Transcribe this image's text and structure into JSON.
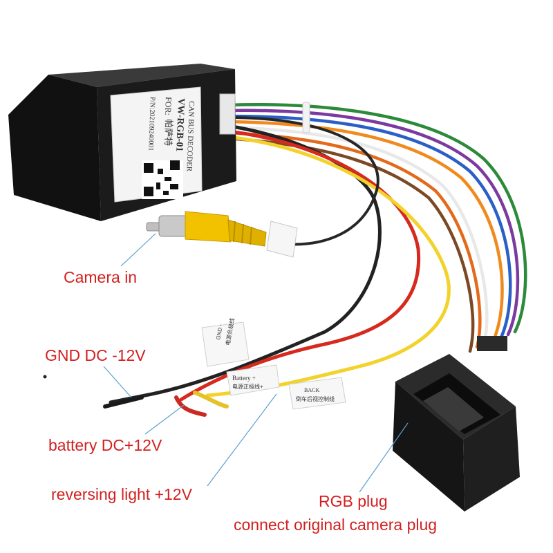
{
  "decoder_sticker": {
    "line1": "CAN BUS DECODER",
    "line2": "VW-RGB-01",
    "line3": "FOR:",
    "line4": "帕萨特",
    "line5": "P/N:202109240001"
  },
  "wire_tags": {
    "gnd_tag_line1": "GND -",
    "gnd_tag_line2": "电源负极线",
    "battery_tag_line1": "Battery +",
    "battery_tag_line2": "电源正极线+",
    "back_tag_line1": "BACK",
    "back_tag_line2": "倒车后视控制线"
  },
  "callouts": {
    "camera_in": "Camera in",
    "gnd": "GND DC -12V",
    "battery": "battery DC+12V",
    "reversing_light": "reversing light +12V",
    "rgb_plug": "RGB plug",
    "rgb_plug_desc": "connect original camera plug"
  },
  "colors": {
    "callout_text": "#d32020",
    "leader_line": "#5aa0d0",
    "box_body": "#1b1b1b",
    "rca_yellow": "#f2c200",
    "wire_red": "#d62a1e",
    "wire_black": "#222222",
    "wire_yellow": "#f3d22c"
  }
}
